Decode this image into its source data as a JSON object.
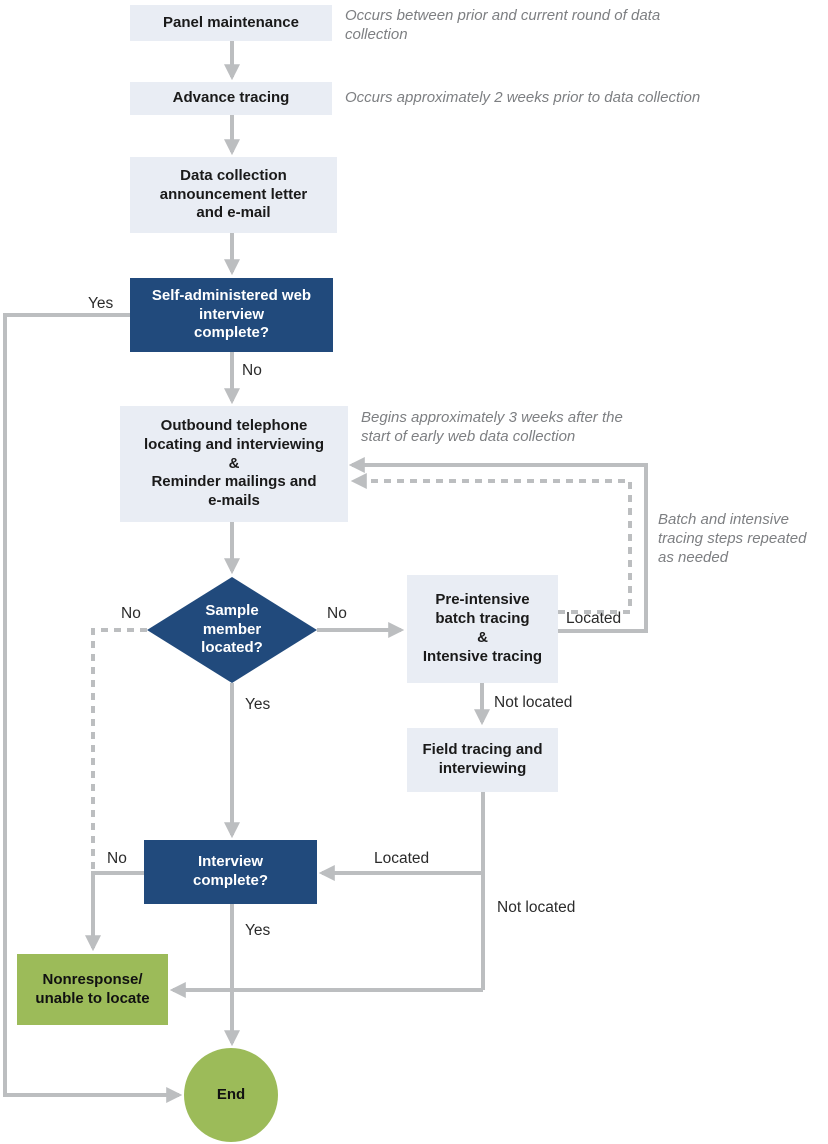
{
  "colors": {
    "navy": "#214a7c",
    "light": "#e9edf4",
    "green": "#9cbb59",
    "line": "#bcbec0",
    "note": "#7d7f82"
  },
  "nodes": {
    "panel": "Panel maintenance",
    "advance": "Advance tracing",
    "data_collection": "Data collection\nannouncement letter\nand e-mail",
    "web_interview": "Self-administered web\ninterview\ncomplete?",
    "outbound": "Outbound telephone\nlocating and interviewing\n&\nReminder mailings and\ne-mails",
    "sample_located": "Sample\nmember\nlocated?",
    "pre_intensive": "Pre-intensive\nbatch tracing\n&\nIntensive tracing",
    "field_tracing": "Field tracing and\ninterviewing",
    "interview_complete": "Interview\ncomplete?",
    "nonresponse": "Nonresponse/\nunable to locate",
    "end": "End"
  },
  "labels": {
    "web_yes": "Yes",
    "web_no": "No",
    "diamond_no_left": "No",
    "diamond_no_right": "No",
    "diamond_yes": "Yes",
    "return_located": "Located",
    "batch_not_located": "Not located",
    "field_located": "Located",
    "field_not_located": "Not located",
    "interview_no": "No",
    "interview_yes": "Yes"
  },
  "notes": {
    "panel": "Occurs between prior and current round of data\ncollection",
    "advance": "Occurs approximately 2 weeks prior to data collection",
    "outbound": "Begins approximately 3 weeks after the\nstart of early web data collection",
    "loop": "Batch and intensive\ntracing steps repeated\nas needed"
  }
}
